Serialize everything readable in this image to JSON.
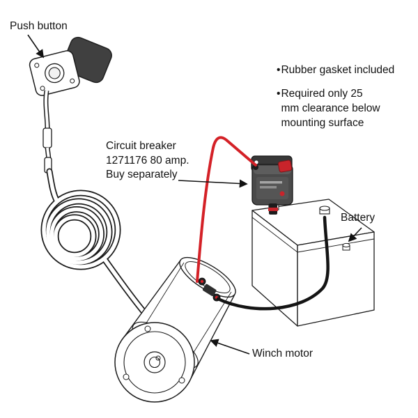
{
  "labels": {
    "push_button": "Push button",
    "circuit_breaker": "Circuit breaker\n1271176 80 amp.\nBuy separately",
    "battery": "Battery",
    "winch_motor": "Winch motor"
  },
  "bullets": [
    {
      "marker": "•",
      "text": "Rubber gasket included"
    },
    {
      "marker": "•",
      "text": "Required only 25\nmm clearance below\nmounting surface"
    }
  ],
  "icons": {
    "arrow": "pointer-arrow"
  },
  "colors": {
    "line": "#1a1a1a",
    "wire_red": "#d42127",
    "wire_black": "#141414",
    "breaker_body": "#4a4a4a",
    "breaker_red": "#c8242b",
    "cover_dark": "#404040"
  }
}
